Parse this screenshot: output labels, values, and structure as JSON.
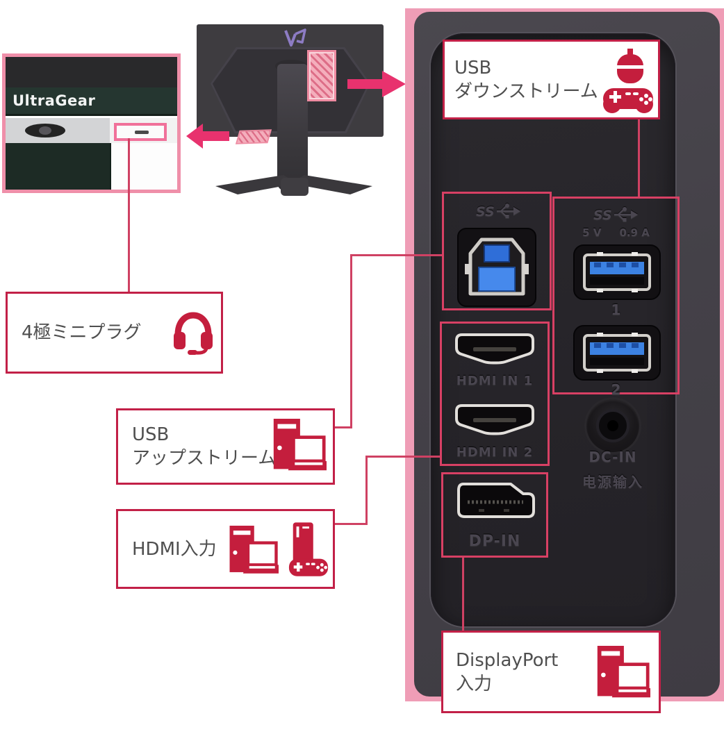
{
  "bezel_photo": {
    "brand": "UltraGear"
  },
  "callouts": {
    "usb_downstream": {
      "line1": "USB",
      "line2": "ダウンストリーム"
    },
    "mini_plug": {
      "label": "4極ミニプラグ"
    },
    "usb_upstream": {
      "line1": "USB",
      "line2": "アップストリーム"
    },
    "hdmi_input": {
      "label": "HDMI入力"
    },
    "displayport_input": {
      "line1": "DisplayPort",
      "line2": "入力"
    }
  },
  "rear_panel": {
    "usb_b": {
      "ss_label": "SS"
    },
    "usb_a": {
      "ss_label": "SS",
      "volts": "5 V",
      "amps": "0.9 A",
      "port1": "1",
      "port2": "2"
    },
    "hdmi": {
      "port1_label": "HDMI IN 1",
      "port2_label": "HDMI IN 2"
    },
    "dp": {
      "label": "DP-IN"
    },
    "dc": {
      "label": "DC-IN",
      "label_cn": "电源输入"
    }
  },
  "icons": {
    "mouse": "mouse-icon",
    "gamepad": "gamepad-icon",
    "headset": "headset-icon",
    "pc_tower_laptop": "pc-tower-laptop-icon",
    "game_console": "game-console-icon",
    "ultragear_logo": "ultragear-logo-icon",
    "usb_ss_trident": "usb-superspeed-trident-icon",
    "dc_symbol": "dc-voltage-symbol-icon",
    "arrow_left": "arrow-left-icon",
    "arrow_right": "arrow-right-icon"
  },
  "colors": {
    "panel_pink": "#ef9db6",
    "port_box_pink": "#d84064",
    "callout_red": "#c22047",
    "icon_red": "#c41e3d",
    "arrow_pink": "#e8326e",
    "label_text": "#4f4f4f",
    "usb_blue": "#3c82e2"
  }
}
